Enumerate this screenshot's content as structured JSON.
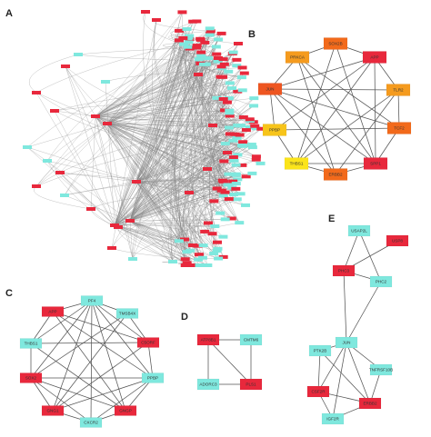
{
  "panels": {
    "A": {
      "label": "A"
    },
    "B": {
      "label": "B"
    },
    "C": {
      "label": "C"
    },
    "D": {
      "label": "D"
    },
    "E": {
      "label": "E"
    }
  },
  "colors": {
    "hub": "#e8283c",
    "cyan": "#7fe8de",
    "orange": "#f26a1b",
    "darkorange": "#ee5520",
    "amber": "#f59b1e",
    "yellow": "#f7c41a",
    "brightyellow": "#fbe41a",
    "edge": "#555555"
  },
  "networkB": {
    "nodes": [
      {
        "id": "SOX2B",
        "label": "SOX2B",
        "color": "orange"
      },
      {
        "id": "APP",
        "label": "APP",
        "color": "hub"
      },
      {
        "id": "TLR2",
        "label": "TLR2",
        "color": "amber"
      },
      {
        "id": "TCF2",
        "label": "TCF2",
        "color": "orange"
      },
      {
        "id": "SPP1",
        "label": "SPP1",
        "color": "hub"
      },
      {
        "id": "ERBB2",
        "label": "ERBB2",
        "color": "orange"
      },
      {
        "id": "THBS1",
        "label": "THBS1",
        "color": "brightyellow"
      },
      {
        "id": "PPBP",
        "label": "PPBP",
        "color": "yellow"
      },
      {
        "id": "JUN",
        "label": "JUN",
        "color": "darkorange"
      },
      {
        "id": "PRKCA",
        "label": "PRKCA",
        "color": "amber"
      }
    ]
  },
  "networkC": {
    "nodes": [
      {
        "id": "PF4",
        "label": "PF4",
        "color": "cyan"
      },
      {
        "id": "TMSB4X",
        "label": "TMSB4X",
        "color": "cyan"
      },
      {
        "id": "C5ORF",
        "label": "C5ORF",
        "color": "hub"
      },
      {
        "id": "PPBP",
        "label": "PPBP",
        "color": "cyan"
      },
      {
        "id": "GNGP",
        "label": "GNGP",
        "color": "hub"
      },
      {
        "id": "CXCR2",
        "label": "CXCR2",
        "color": "cyan"
      },
      {
        "id": "GNG1",
        "label": "GNG1",
        "color": "hub"
      },
      {
        "id": "SOX2",
        "label": "SOX2",
        "color": "hub"
      },
      {
        "id": "THBS1",
        "label": "THBS1",
        "color": "cyan"
      },
      {
        "id": "APP",
        "label": "APP",
        "color": "hub"
      }
    ]
  },
  "networkD": {
    "nodes": [
      {
        "id": "ATP8B1",
        "label": "ATP8B1",
        "color": "hub"
      },
      {
        "id": "CMTM6",
        "label": "CMTM6",
        "color": "cyan"
      },
      {
        "id": "ADORC3",
        "label": "ADORC3",
        "color": "cyan"
      },
      {
        "id": "PLS1",
        "label": "PLS1",
        "color": "hub"
      }
    ]
  },
  "networkE": {
    "nodes": [
      {
        "id": "USAP2L",
        "label": "USAP2L",
        "color": "cyan"
      },
      {
        "id": "USP8",
        "label": "USP8",
        "color": "hub"
      },
      {
        "id": "PHC3",
        "label": "PHC3",
        "color": "hub"
      },
      {
        "id": "PHC2",
        "label": "PHC2",
        "color": "cyan"
      },
      {
        "id": "JUN",
        "label": "JUN",
        "color": "cyan"
      },
      {
        "id": "PTK2B",
        "label": "PTK2B",
        "color": "cyan"
      },
      {
        "id": "TNFRSF10B",
        "label": "TNFRSF10B",
        "color": "cyan"
      },
      {
        "id": "CSF2R",
        "label": "CSF2R",
        "color": "hub"
      },
      {
        "id": "ERBB2",
        "label": "ERBB2",
        "color": "hub"
      },
      {
        "id": "IGF2R",
        "label": "IGF2R",
        "color": "cyan"
      }
    ]
  }
}
